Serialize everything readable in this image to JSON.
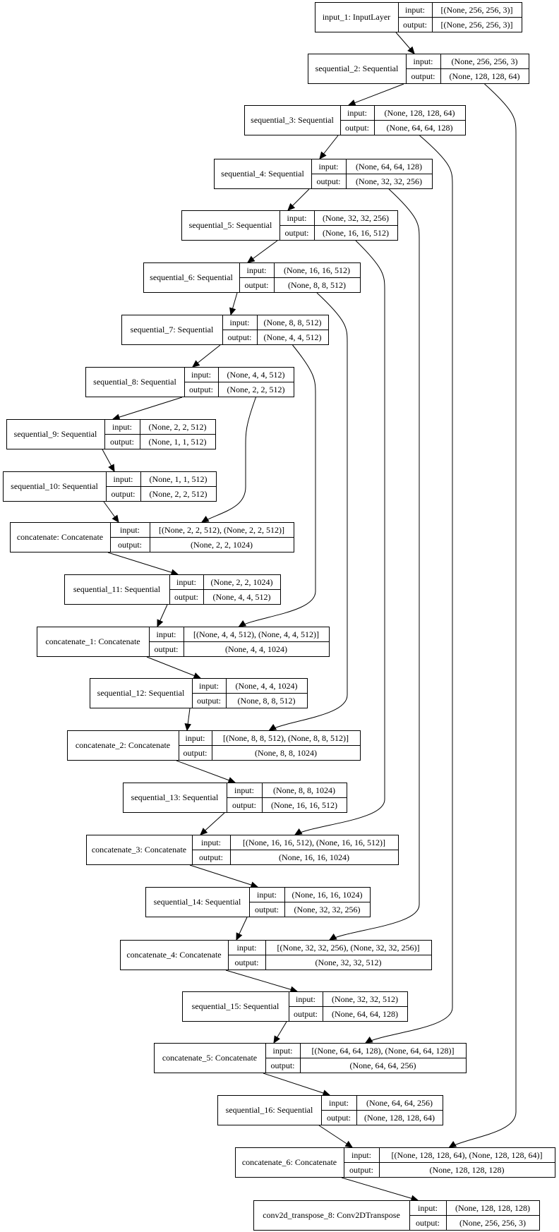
{
  "diagram": {
    "nodes": [
      {
        "label": "input_1: InputLayer",
        "input": "[(None, 256, 256, 3)]",
        "output": "[(None, 256, 256, 3)]"
      },
      {
        "label": "sequential_2: Sequential",
        "input": "(None, 256, 256, 3)",
        "output": "(None, 128, 128, 64)"
      },
      {
        "label": "sequential_3: Sequential",
        "input": "(None, 128, 128, 64)",
        "output": "(None, 64, 64, 128)"
      },
      {
        "label": "sequential_4: Sequential",
        "input": "(None, 64, 64, 128)",
        "output": "(None, 32, 32, 256)"
      },
      {
        "label": "sequential_5: Sequential",
        "input": "(None, 32, 32, 256)",
        "output": "(None, 16, 16, 512)"
      },
      {
        "label": "sequential_6: Sequential",
        "input": "(None, 16, 16, 512)",
        "output": "(None, 8, 8, 512)"
      },
      {
        "label": "sequential_7: Sequential",
        "input": "(None, 8, 8, 512)",
        "output": "(None, 4, 4, 512)"
      },
      {
        "label": "sequential_8: Sequential",
        "input": "(None, 4, 4, 512)",
        "output": "(None, 2, 2, 512)"
      },
      {
        "label": "sequential_9: Sequential",
        "input": "(None, 2, 2, 512)",
        "output": "(None, 1, 1, 512)"
      },
      {
        "label": "sequential_10: Sequential",
        "input": "(None, 1, 1, 512)",
        "output": "(None, 2, 2, 512)"
      },
      {
        "label": "concatenate: Concatenate",
        "input": "[(None, 2, 2, 512), (None, 2, 2, 512)]",
        "output": "(None, 2, 2, 1024)"
      },
      {
        "label": "sequential_11: Sequential",
        "input": "(None, 2, 2, 1024)",
        "output": "(None, 4, 4, 512)"
      },
      {
        "label": "concatenate_1: Concatenate",
        "input": "[(None, 4, 4, 512), (None, 4, 4, 512)]",
        "output": "(None, 4, 4, 1024)"
      },
      {
        "label": "sequential_12: Sequential",
        "input": "(None, 4, 4, 1024)",
        "output": "(None, 8, 8, 512)"
      },
      {
        "label": "concatenate_2: Concatenate",
        "input": "[(None, 8, 8, 512), (None, 8, 8, 512)]",
        "output": "(None, 8, 8, 1024)"
      },
      {
        "label": "sequential_13: Sequential",
        "input": "(None, 8, 8, 1024)",
        "output": "(None, 16, 16, 512)"
      },
      {
        "label": "concatenate_3: Concatenate",
        "input": "[(None, 16, 16, 512), (None, 16, 16, 512)]",
        "output": "(None, 16, 16, 1024)"
      },
      {
        "label": "sequential_14: Sequential",
        "input": "(None, 16, 16, 1024)",
        "output": "(None, 32, 32, 256)"
      },
      {
        "label": "concatenate_4: Concatenate",
        "input": "[(None, 32, 32, 256), (None, 32, 32, 256)]",
        "output": "(None, 32, 32, 512)"
      },
      {
        "label": "sequential_15: Sequential",
        "input": "(None, 32, 32, 512)",
        "output": "(None, 64, 64, 128)"
      },
      {
        "label": "concatenate_5: Concatenate",
        "input": "[(None, 64, 64, 128), (None, 64, 64, 128)]",
        "output": "(None, 64, 64, 256)"
      },
      {
        "label": "sequential_16: Sequential",
        "input": "(None, 64, 64, 256)",
        "output": "(None, 128, 128, 64)"
      },
      {
        "label": "concatenate_6: Concatenate",
        "input": "[(None, 128, 128, 64), (None, 128, 128, 64)]",
        "output": "(None, 128, 128, 128)"
      },
      {
        "label": "conv2d_transpose_8: Conv2DTranspose",
        "input": "(None, 128, 128, 128)",
        "output": "(None, 256, 256, 3)"
      }
    ],
    "port_labels": {
      "input": "input:",
      "output": "output:"
    },
    "edges": [
      {
        "from": 0,
        "to": 1
      },
      {
        "from": 1,
        "to": 2
      },
      {
        "from": 2,
        "to": 3
      },
      {
        "from": 3,
        "to": 4
      },
      {
        "from": 4,
        "to": 5
      },
      {
        "from": 5,
        "to": 6
      },
      {
        "from": 6,
        "to": 7
      },
      {
        "from": 7,
        "to": 8
      },
      {
        "from": 8,
        "to": 9
      },
      {
        "from": 9,
        "to": 10
      },
      {
        "from": 7,
        "to": 10
      },
      {
        "from": 10,
        "to": 11
      },
      {
        "from": 11,
        "to": 12
      },
      {
        "from": 6,
        "to": 12
      },
      {
        "from": 12,
        "to": 13
      },
      {
        "from": 13,
        "to": 14
      },
      {
        "from": 5,
        "to": 14
      },
      {
        "from": 14,
        "to": 15
      },
      {
        "from": 15,
        "to": 16
      },
      {
        "from": 4,
        "to": 16
      },
      {
        "from": 16,
        "to": 17
      },
      {
        "from": 17,
        "to": 18
      },
      {
        "from": 3,
        "to": 18
      },
      {
        "from": 18,
        "to": 19
      },
      {
        "from": 19,
        "to": 20
      },
      {
        "from": 2,
        "to": 20
      },
      {
        "from": 20,
        "to": 21
      },
      {
        "from": 21,
        "to": 22
      },
      {
        "from": 1,
        "to": 22
      },
      {
        "from": 22,
        "to": 23
      }
    ]
  }
}
